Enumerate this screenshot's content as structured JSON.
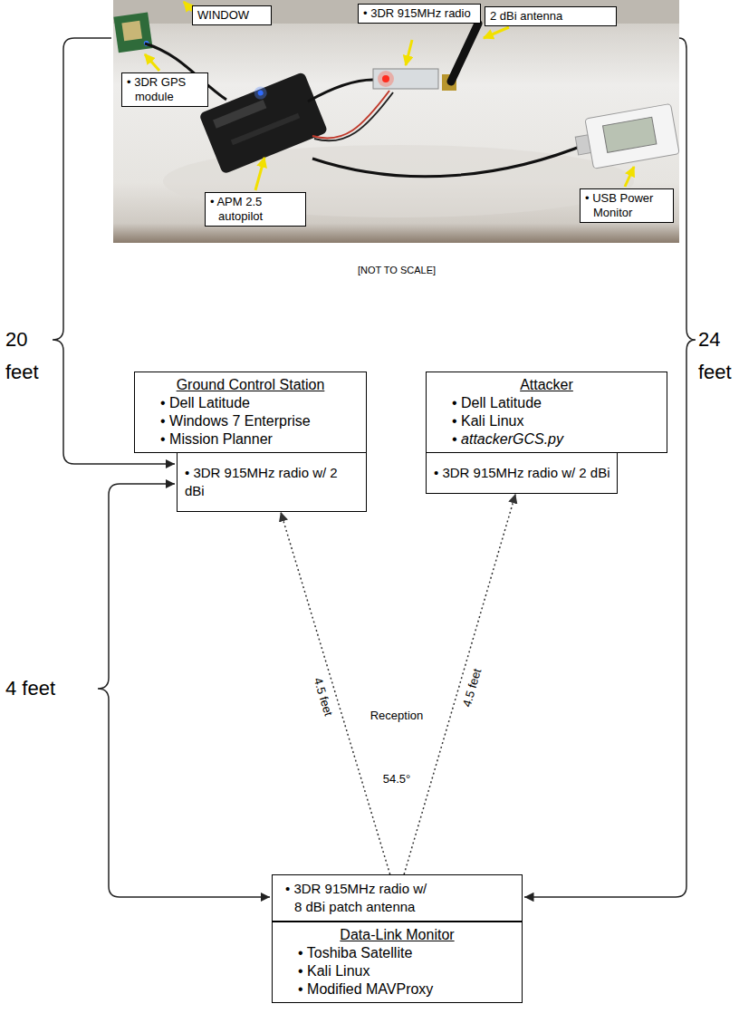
{
  "diagram": {
    "nodes": [
      {
        "text": [
          "WINDOW"
        ]
      },
      {
        "text": [
          "• 3DR 915MHz radio"
        ]
      },
      {
        "text": [
          "2 dBi antenna"
        ]
      },
      {
        "text": [
          "• 3DR GPS module"
        ]
      },
      {
        "text": [
          "• APM 2.5 autopilot"
        ]
      },
      {
        "text": [
          "• USB Power Monitor"
        ]
      },
      {
        "text": [
          "Ground Control Station",
          "• Dell Latitude",
          "• Windows 7 Enterprise",
          "• Mission Planner"
        ]
      },
      {
        "text": [
          "• 3DR 915MHz radio w/ 2 dBi"
        ]
      },
      {
        "text": [
          "Attacker",
          "• Dell Latitude",
          "• Kali Linux",
          "• attackerGCS.py"
        ]
      },
      {
        "text": [
          "• 3DR 915MHz radio w/ 2 dBi"
        ]
      },
      {
        "text": [
          "• 3DR 915MHz radio w/ 8 dBi patch antenna"
        ]
      },
      {
        "text": [
          "Data-Link Monitor",
          "• Toshiba Satellite",
          "• Kali Linux",
          "• Modified MAVProxy"
        ]
      }
    ],
    "edges": [
      {
        "from": 10,
        "to": 7,
        "arrow": "to",
        "label": "4.5 feet"
      },
      {
        "from": 10,
        "to": 9,
        "arrow": "to",
        "label": "4.5 feet"
      }
    ],
    "labels": [
      "20 feet",
      "24 feet",
      "4 feet",
      "[NOT TO SCALE]",
      "Reception",
      "54.5°"
    ]
  }
}
